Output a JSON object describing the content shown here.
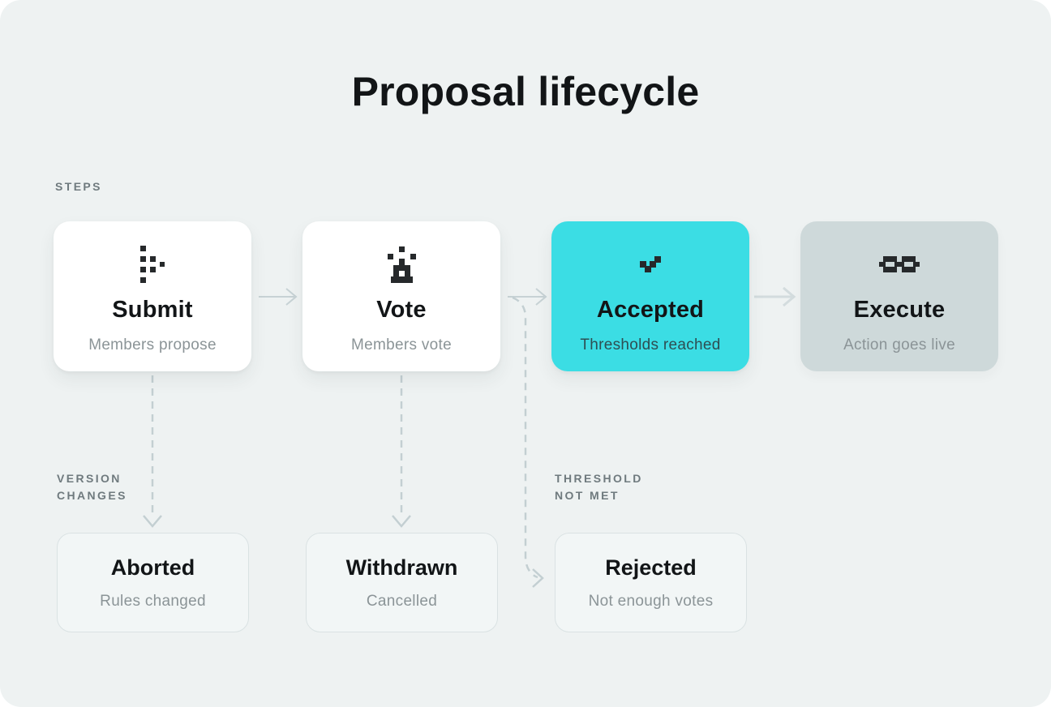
{
  "title": "Proposal lifecycle",
  "labels": {
    "steps": "STEPS",
    "version_changes": "VERSION CHANGES",
    "threshold_not_met": "THRESHOLD NOT MET"
  },
  "steps": [
    {
      "id": "submit",
      "title": "Submit",
      "subtitle": "Members propose",
      "icon": "pixel-arrow-icon",
      "state": "default"
    },
    {
      "id": "vote",
      "title": "Vote",
      "subtitle": "Members vote",
      "icon": "pixel-ballot-icon",
      "state": "default"
    },
    {
      "id": "accepted",
      "title": "Accepted",
      "subtitle": "Thresholds reached",
      "icon": "pixel-check-icon",
      "state": "accent"
    },
    {
      "id": "execute",
      "title": "Execute",
      "subtitle": "Action goes live",
      "icon": "pixel-link-icon",
      "state": "muted"
    }
  ],
  "outcomes": [
    {
      "id": "aborted",
      "title": "Aborted",
      "subtitle": "Rules changed"
    },
    {
      "id": "withdrawn",
      "title": "Withdrawn",
      "subtitle": "Cancelled"
    },
    {
      "id": "rejected",
      "title": "Rejected",
      "subtitle": "Not enough votes"
    }
  ],
  "colors": {
    "background": "#EEF2F2",
    "card_white": "#FFFFFF",
    "accent": "#3BDDE4",
    "accent_subtitle_text": "#2E4E52",
    "muted_card": "#CED9DA",
    "outcome_border": "#DAE2E3",
    "text_dark": "#121517",
    "text_gray": "#8B9497",
    "label_gray": "#6F7A7E",
    "arrow_solid": "#C7D2D5",
    "arrow_muted": "#D3DCDE",
    "arrow_dashed": "#C3CFD2",
    "icon_dark": "#26292B"
  }
}
